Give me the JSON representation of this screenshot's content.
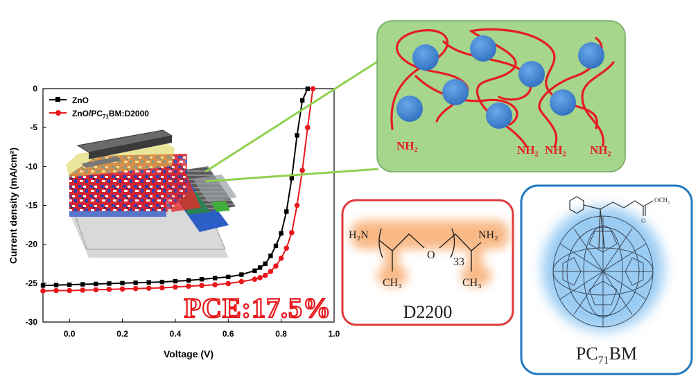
{
  "figure": {
    "pce_label": "PCE:17.5%",
    "polymer_panel": {
      "amine_labels": [
        "NH₂",
        "NH₂",
        "NH₂",
        "NH₂"
      ]
    },
    "d2200_box": {
      "name": "D2200",
      "h2n": "H₂N",
      "nh2": "NH₂",
      "o": "O",
      "repeat": "33",
      "ch3_left": "CH₃",
      "ch3_right": "CH₃"
    },
    "pcbm_box": {
      "name_main": "PC",
      "name_sub": "71",
      "name_tail": "BM",
      "ester": "OCH₃",
      "carbonyl_o": "O"
    },
    "colors": {
      "control": "#000000",
      "device": "#e8171b",
      "polymer_panel": "#a6d58c",
      "d2200_border": "#e0393b",
      "pcbm_border": "#1f78c1",
      "fullerene_glow": "#8ec6f2"
    }
  },
  "chart_data": {
    "type": "line",
    "xlabel": "Voltage (V)",
    "ylabel": "Current density (mA/cm²)",
    "xlim": [
      -0.1,
      1.0
    ],
    "ylim": [
      -30,
      0
    ],
    "xticks": [
      "0.0",
      "0.2",
      "0.4",
      "0.6",
      "0.8",
      "1.0"
    ],
    "yticks": [
      "0",
      "-5",
      "-10",
      "-15",
      "-20",
      "-25",
      "-30"
    ],
    "legend_position": "top-left",
    "series": [
      {
        "name": "ZnO",
        "color": "#000000",
        "marker": "square",
        "x": [
          -0.1,
          -0.05,
          0.0,
          0.05,
          0.1,
          0.15,
          0.2,
          0.25,
          0.3,
          0.35,
          0.4,
          0.45,
          0.5,
          0.55,
          0.6,
          0.65,
          0.7,
          0.72,
          0.74,
          0.76,
          0.78,
          0.8,
          0.82,
          0.84,
          0.86,
          0.88,
          0.9
        ],
        "y": [
          -25.3,
          -25.25,
          -25.2,
          -25.15,
          -25.1,
          -25.05,
          -25.0,
          -24.95,
          -24.9,
          -24.85,
          -24.75,
          -24.65,
          -24.5,
          -24.35,
          -24.2,
          -23.9,
          -23.4,
          -23.0,
          -22.5,
          -21.5,
          -20.2,
          -18.6,
          -15.8,
          -11.5,
          -6.0,
          -1.5,
          0.0
        ]
      },
      {
        "name": "ZnO/PC₇₁BM:D2000",
        "legend_main": "ZnO/PC",
        "legend_sub": "71",
        "legend_tail": "BM:D2000",
        "color": "#e8171b",
        "marker": "circle",
        "x": [
          -0.1,
          -0.05,
          0.0,
          0.05,
          0.1,
          0.15,
          0.2,
          0.25,
          0.3,
          0.35,
          0.4,
          0.45,
          0.5,
          0.55,
          0.6,
          0.65,
          0.7,
          0.72,
          0.74,
          0.76,
          0.78,
          0.8,
          0.82,
          0.84,
          0.86,
          0.88,
          0.9,
          0.92
        ],
        "y": [
          -26.0,
          -25.95,
          -25.95,
          -25.9,
          -25.85,
          -25.8,
          -25.75,
          -25.7,
          -25.65,
          -25.6,
          -25.5,
          -25.4,
          -25.3,
          -25.2,
          -25.05,
          -24.8,
          -24.5,
          -24.3,
          -24.0,
          -23.5,
          -22.8,
          -21.8,
          -20.5,
          -18.5,
          -15.0,
          -10.5,
          -5.0,
          0.0
        ]
      }
    ]
  }
}
